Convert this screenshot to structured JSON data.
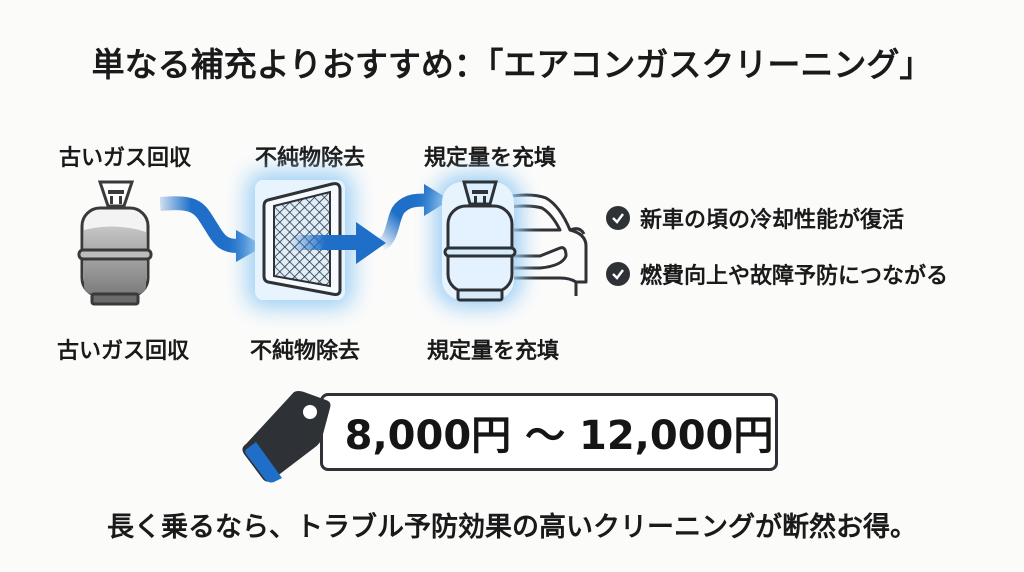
{
  "title": "単なる補充よりおすすめ：「エアコンガスクリーニング」",
  "steps": [
    {
      "label_top": "古いガス回収",
      "label_bottom": "古いガス回収",
      "icon": "gas-cylinder-old-icon"
    },
    {
      "label_top": "不純物除去",
      "label_bottom": "不純物除去",
      "icon": "filter-icon"
    },
    {
      "label_top": "規定量を充填",
      "label_bottom": "規定量を充填",
      "icon": "gas-cylinder-car-icon"
    }
  ],
  "benefits": [
    {
      "text": "新車の頃の冷却性能が復活",
      "icon": "check-circle-icon"
    },
    {
      "text": "燃費向上や故障予防につながる",
      "icon": "check-circle-icon"
    }
  ],
  "price": {
    "text": "8,000円 ～ 12,000円",
    "icon": "price-tag-icon"
  },
  "footer": "長く乗るなら、トラブル予防効果の高いクリーニングが断然お得。",
  "colors": {
    "accent": "#1f6fc8",
    "dark": "#2e3136",
    "glow": "#9fd0f5"
  }
}
